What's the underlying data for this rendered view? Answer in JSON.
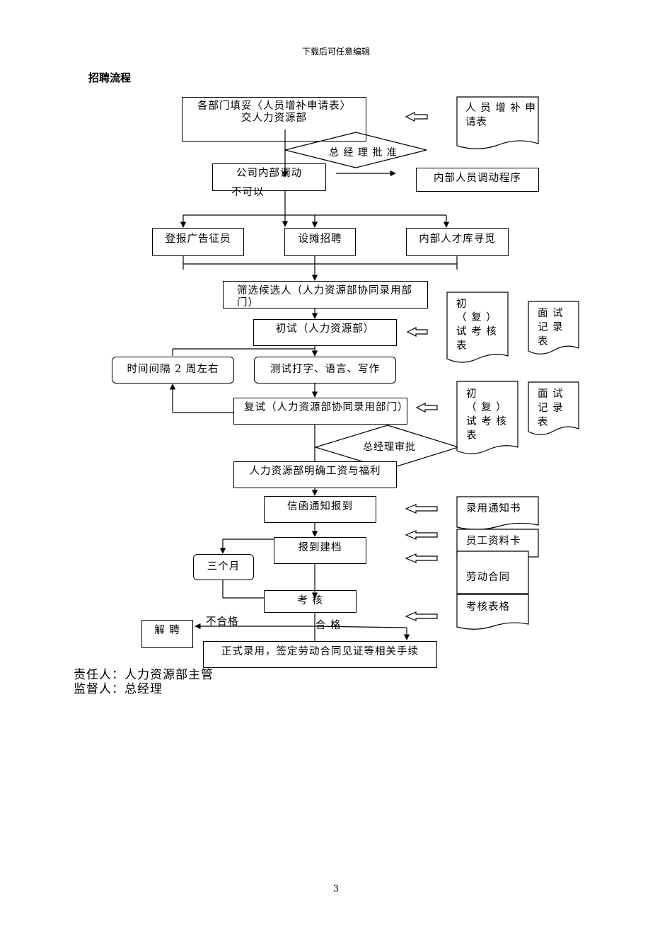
{
  "header_note": "下载后可任意编辑",
  "title": "招聘流程",
  "nodes": {
    "dept_request_line1": "各部门填妥〈人员增补申请表〉",
    "dept_request_line2": "交人力资源部",
    "gm_approve": "总 经 理 批 准",
    "internal_transfer": "公司内部调动",
    "not_allowed": "不可以",
    "internal_transfer_proc": "内部人员调动程序",
    "ad_recruit": "登报广告征员",
    "booth_recruit": "设摊招聘",
    "talent_pool": "内部人才库寻觅",
    "screen": "筛选候选人（人力资源部协同录用部门）",
    "first_interview": "初试（人力资源部）",
    "interval": "时间间隔 2 周左右",
    "tests": "测试打字、语言、写作",
    "second_interview": "复试（人力资源部协同录用部门）",
    "gm_review": "总经理审批",
    "salary": "人力资源部明确工资与福利",
    "notify": "信函通知报到",
    "register": "报到建档",
    "three_months": "三个月",
    "assess": "考  核",
    "fail": "不合格",
    "pass": "合 格",
    "dismiss": "解 聘",
    "hire": "正式录用，签定劳动合同见证等相关手续"
  },
  "documents": {
    "staff_request_form_line1": "人 员 增 补 申",
    "staff_request_form_line2": "请表",
    "interview_form_1_line1": "初",
    "interview_form_1_line2": "（  复  ）",
    "interview_form_1_line3": "试 考 核",
    "interview_form_1_line4": "表",
    "interview_record_1_line1": "面  试",
    "interview_record_1_line2": "记  录",
    "interview_record_1_line3": "表",
    "interview_form_2_line1": "初",
    "interview_form_2_line2": "（  复  ）",
    "interview_form_2_line3": "试 考 核",
    "interview_form_2_line4": "表",
    "interview_record_2_line1": "面  试",
    "interview_record_2_line2": "记  录",
    "interview_record_2_line3": "表",
    "hire_notice": "录用通知书",
    "employee_card": "员工资料卡",
    "labor_contract": "劳动合同",
    "assessment_form": "考核表格"
  },
  "footer": {
    "responsible": "责任人：人力资源部主管",
    "supervisor": "监督人：总经理"
  },
  "page_number": "3"
}
